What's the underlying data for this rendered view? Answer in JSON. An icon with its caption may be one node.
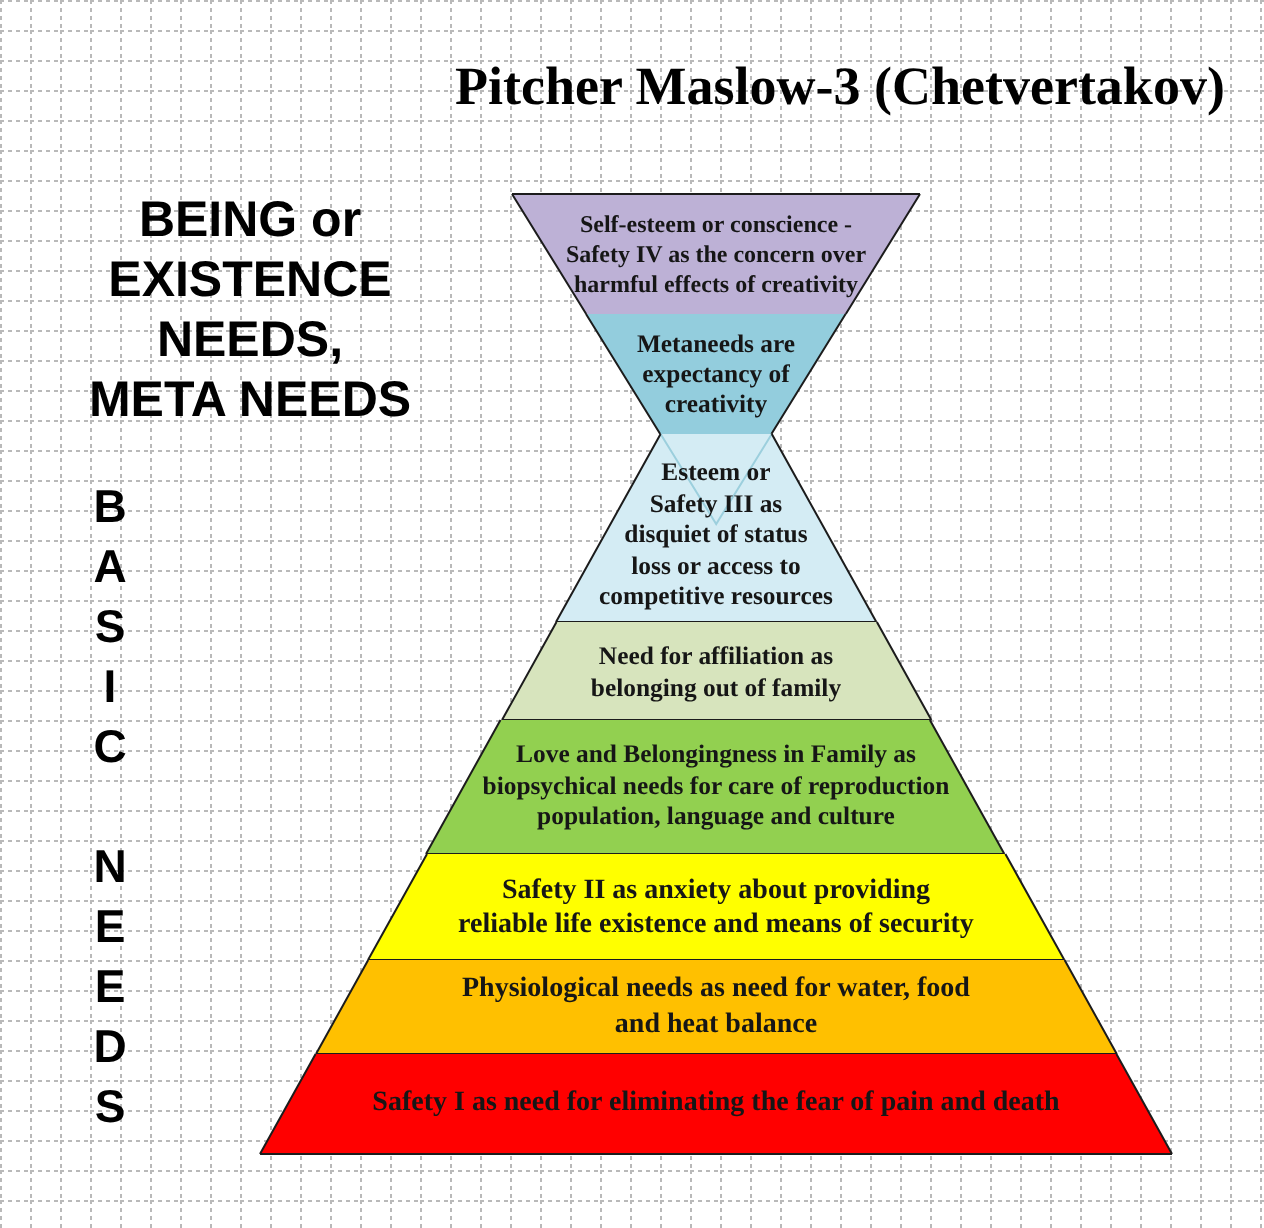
{
  "diagram": {
    "title": "Pitcher Maslow-3 (Chetvertakov)",
    "nodes": [
      {
        "text": [
          "Self-esteem or conscience - Safety IV as the concern over harmful effects of creativity"
        ]
      },
      {
        "text": [
          "Metaneeds are expectancy of creativity"
        ]
      },
      {
        "text": [
          "Esteem or Safety III as disquiet of status loss or access to competitive resources"
        ]
      },
      {
        "text": [
          "Need for affiliation as belonging out of family"
        ]
      },
      {
        "text": [
          "Love and Belongingness in Family as biopsychical needs for care of reproduction population, language and culture"
        ]
      },
      {
        "text": [
          "Safety II as anxiety about providing reliable life existence and means of security"
        ]
      },
      {
        "text": [
          "Physiological needs as need for water, food and heat balance"
        ]
      },
      {
        "text": [
          "Safety I as need for eliminating the fear of pain and death"
        ]
      }
    ],
    "labels": [
      "BEING or EXISTENCE NEEDS, META NEEDS",
      "BASIC NEEDS"
    ]
  }
}
